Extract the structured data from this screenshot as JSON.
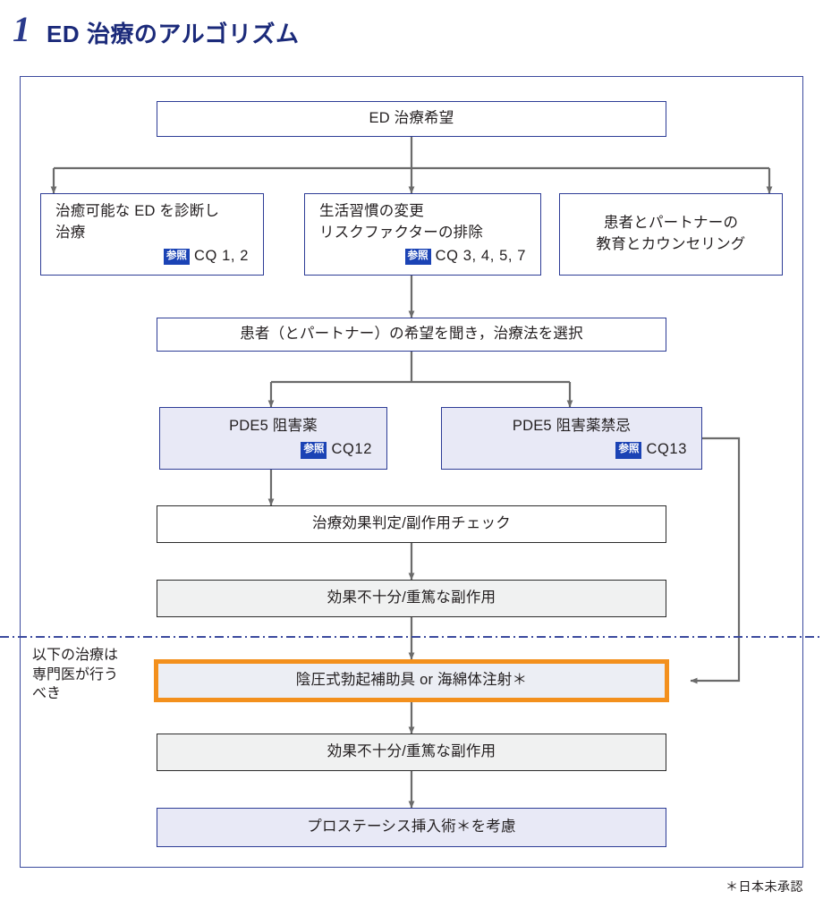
{
  "header": {
    "number": "1",
    "title": "ED 治療のアルゴリズム"
  },
  "colors": {
    "title_navy": "#1b2a7a",
    "node_navy_border": "#2d3c96",
    "node_navy_fill": "#e8e9f6",
    "node_dark_border": "#2b2b2b",
    "node_gray_fill": "#f0f1f1",
    "highlight_orange": "#f3901d",
    "badge_blue": "#1b43b5",
    "connector_gray": "#6b6b6b",
    "divider_blue": "#3b4a9e"
  },
  "flow": {
    "start": {
      "label": "ED 治療希望"
    },
    "branches": [
      {
        "line1": "治癒可能な ED を診断し",
        "line2": "治療",
        "badge": "参照",
        "cq": "CQ 1, 2"
      },
      {
        "line1": "生活習慣の変更",
        "line2": "リスクファクターの排除",
        "badge": "参照",
        "cq": "CQ 3, 4, 5, 7"
      },
      {
        "line1": "患者とパートナーの",
        "line2": "教育とカウンセリング",
        "badge": "",
        "cq": ""
      }
    ],
    "selection": {
      "label": "患者（とパートナー）の希望を聞き，治療法を選択"
    },
    "treatment_options": [
      {
        "label": "PDE5 阻害薬",
        "badge": "参照",
        "cq": "CQ12"
      },
      {
        "label": "PDE5 阻害薬禁忌",
        "badge": "参照",
        "cq": "CQ13"
      }
    ],
    "evaluation": {
      "label": "治療効果判定/副作用チェック"
    },
    "insufficient_1": {
      "label": "効果不十分/重篤な副作用"
    },
    "specialist_note": {
      "line1": "以下の治療は",
      "line2": "専門医が行う",
      "line3": "べき"
    },
    "second_line": {
      "label": "陰圧式勃起補助具 or 海綿体注射＊"
    },
    "insufficient_2": {
      "label": "効果不十分/重篤な副作用"
    },
    "prosthesis": {
      "label": "プロステーシス挿入術＊を考慮"
    }
  },
  "footnote": {
    "text": "＊日本未承認"
  }
}
